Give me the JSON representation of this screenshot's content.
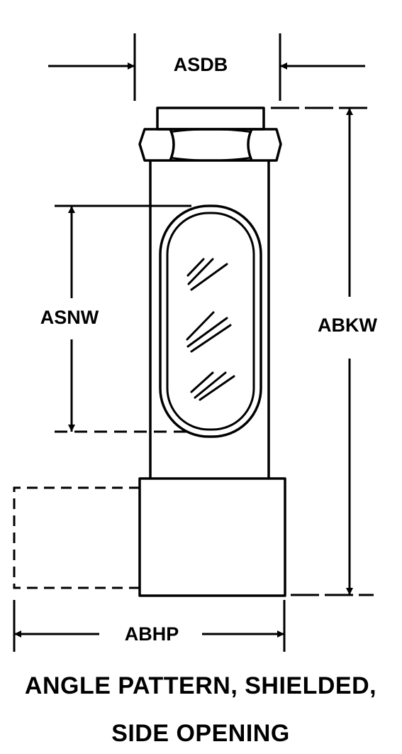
{
  "labels": {
    "top_width": "ASDB",
    "window_height": "ASNW",
    "overall_height": "ABKW",
    "base_width": "ABHP"
  },
  "caption": {
    "line1": "ANGLE PATTERN, SHIELDED,",
    "line2": "SIDE OPENING"
  },
  "colors": {
    "ink": "#000000",
    "background": "#ffffff"
  }
}
